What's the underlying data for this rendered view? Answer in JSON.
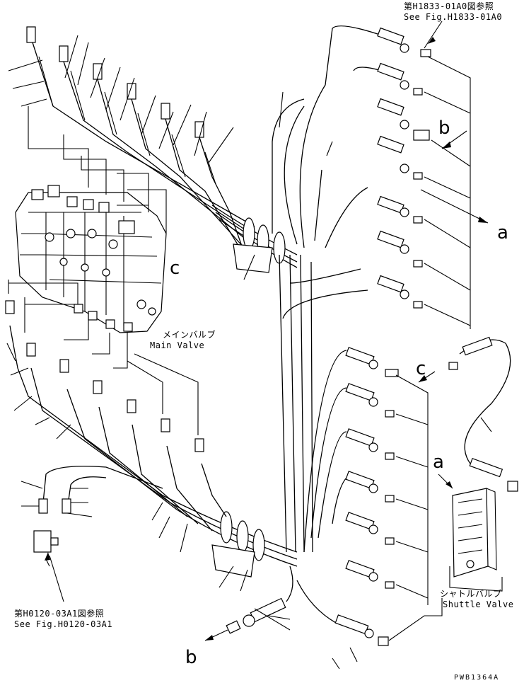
{
  "refs": {
    "top_right_jp": "第H1833-01A0図参照",
    "top_right_en": "See Fig.H1833-01A0",
    "bottom_left_jp": "第H0120-03A1図参照",
    "bottom_left_en": "See Fig.H0120-03A1"
  },
  "components": {
    "main_valve_jp": "メインバルブ",
    "main_valve_en": "Main Valve",
    "shuttle_valve_jp": "シャトルバルブ",
    "shuttle_valve_en": "Shuttle Valve"
  },
  "callouts": {
    "a_right": "a",
    "b_top": "b",
    "c_mid": "c",
    "c_right": "c",
    "a_shuttle": "a",
    "b_bottom": "b"
  },
  "drawing_code": "PWB1364A"
}
